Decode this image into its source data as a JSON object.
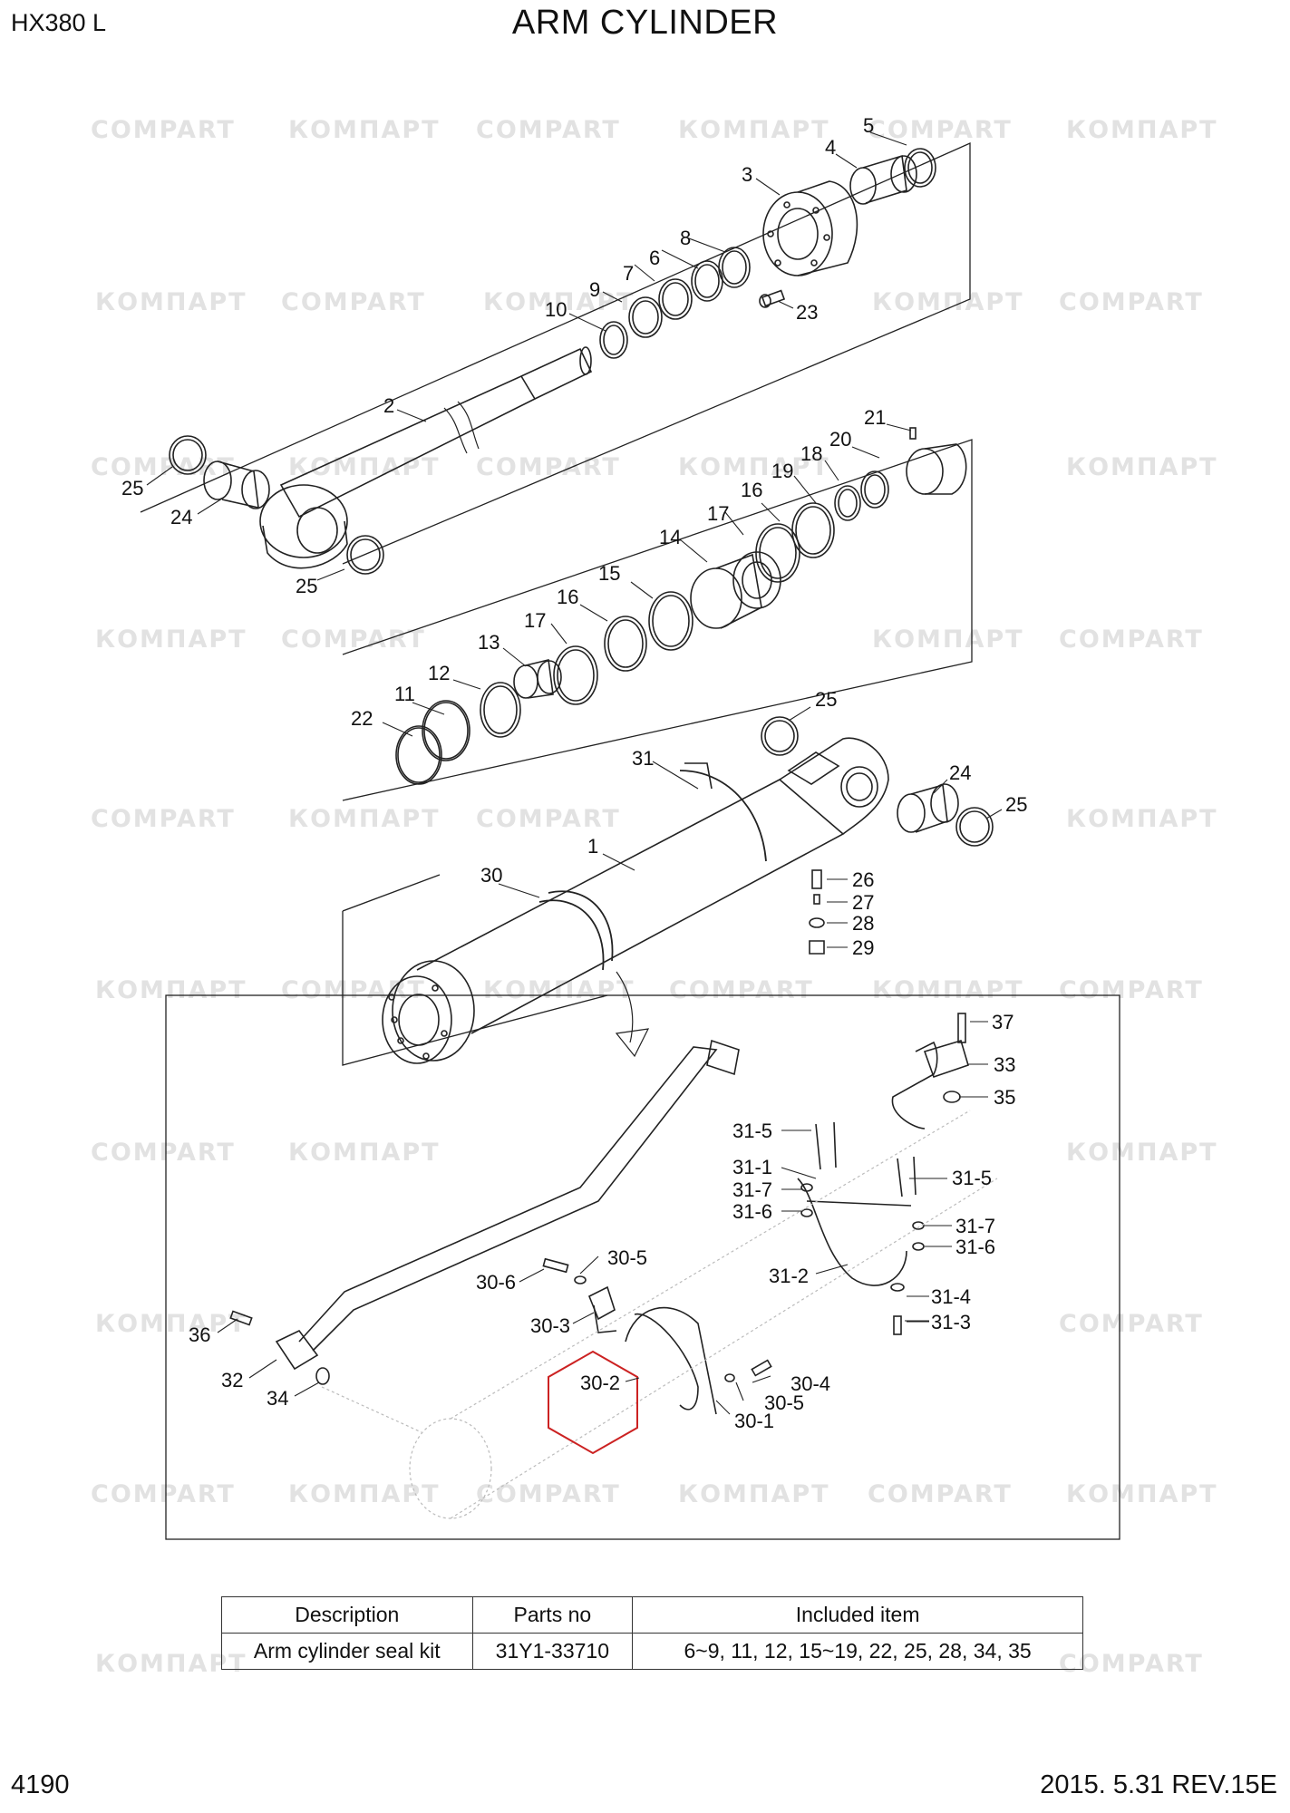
{
  "header": {
    "model": "HX380 L",
    "title": "ARM CYLINDER"
  },
  "footer": {
    "page_number": "4190",
    "date_rev": "2015. 5.31  REV.15E"
  },
  "watermark": {
    "text_cyr": "КОМПАРТ",
    "text_lat": "COMPART"
  },
  "callouts": {
    "c1": "1",
    "c2": "2",
    "c3": "3",
    "c4": "4",
    "c5": "5",
    "c6": "6",
    "c7": "7",
    "c8": "8",
    "c9": "9",
    "c10": "10",
    "c11": "11",
    "c12": "12",
    "c13": "13",
    "c14": "14",
    "c15": "15",
    "c16a": "16",
    "c16b": "16",
    "c17a": "17",
    "c17b": "17",
    "c18": "18",
    "c19": "19",
    "c20": "20",
    "c21": "21",
    "c22": "22",
    "c23": "23",
    "c24a": "24",
    "c24b": "24",
    "c25a": "25",
    "c25b": "25",
    "c25c": "25",
    "c25d": "25",
    "c26": "26",
    "c27": "27",
    "c28": "28",
    "c29": "29",
    "c30": "30",
    "c30_1": "30-1",
    "c30_2": "30-2",
    "c30_3": "30-3",
    "c30_4": "30-4",
    "c30_5a": "30-5",
    "c30_5b": "30-5",
    "c30_6": "30-6",
    "c31": "31",
    "c31_1": "31-1",
    "c31_2": "31-2",
    "c31_3": "31-3",
    "c31_4": "31-4",
    "c31_5a": "31-5",
    "c31_5b": "31-5",
    "c31_6a": "31-6",
    "c31_6b": "31-6",
    "c31_7a": "31-7",
    "c31_7b": "31-7",
    "c32": "32",
    "c33": "33",
    "c34": "34",
    "c35": "35",
    "c36": "36",
    "c37": "37"
  },
  "kit_table": {
    "headers": {
      "description": "Description",
      "parts_no": "Parts no",
      "included": "Included item"
    },
    "row": {
      "description": "Arm cylinder seal kit",
      "parts_no": "31Y1-33710",
      "included": "6~9, 11, 12, 15~19, 22, 25, 28, 34, 35"
    }
  },
  "colors": {
    "highlight": "#cc2222",
    "line": "#222222",
    "watermark": "#e2e2e2"
  }
}
